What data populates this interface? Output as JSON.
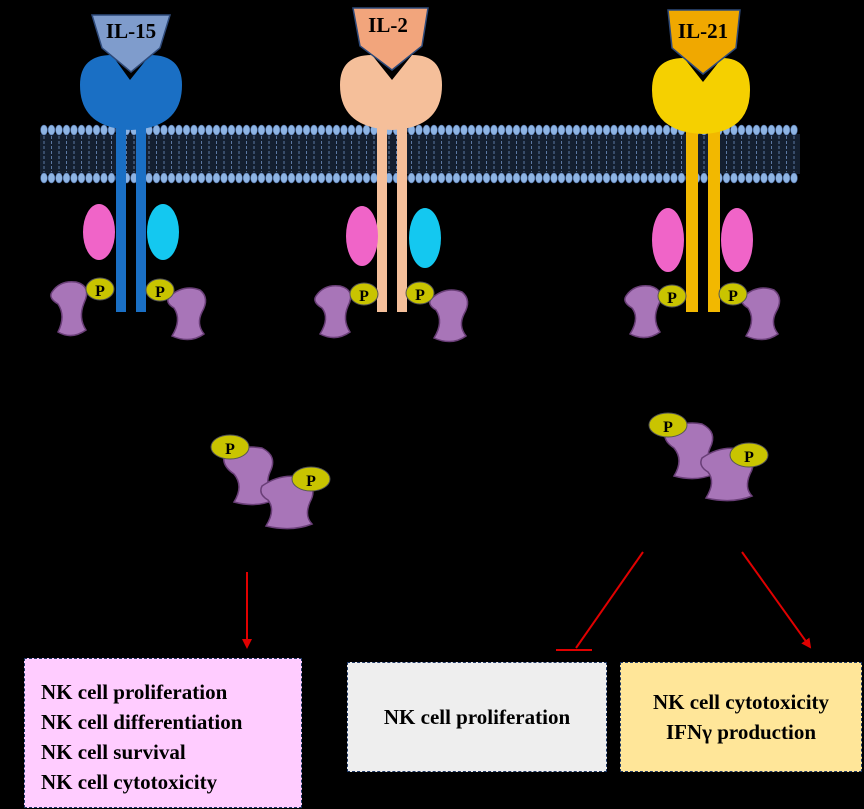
{
  "receptors": {
    "il15": {
      "label": "IL-15",
      "color": "#1a6fc4",
      "ligand_color": "#7f9ccc"
    },
    "il2": {
      "label": "IL-2",
      "color": "#f5bf9a",
      "ligand_color": "#f2a57c"
    },
    "il21": {
      "label": "IL-21",
      "color": "#f2b800",
      "ligand_color": "#f0a800"
    }
  },
  "phospho_label": "P",
  "outcomes": {
    "il15_il2": {
      "lines": [
        "NK cell proliferation",
        "NK cell differentiation",
        "NK cell survival",
        "NK cell cytotoxicity"
      ],
      "background": "#ffccff"
    },
    "il21_inhibit": {
      "lines": [
        "NK cell proliferation"
      ],
      "background": "#eeeeee"
    },
    "il21_promote": {
      "lines": [
        "NK cell cytotoxicity",
        "IFNγ production"
      ],
      "background": "#ffe699"
    }
  },
  "colors": {
    "background": "#000000",
    "arrow": "#e00000",
    "membrane": "#8eb4e3",
    "stat": "#a875b8",
    "phospho": "#c9c400",
    "pink": "#f064c8",
    "cyan": "#14c8f0"
  }
}
